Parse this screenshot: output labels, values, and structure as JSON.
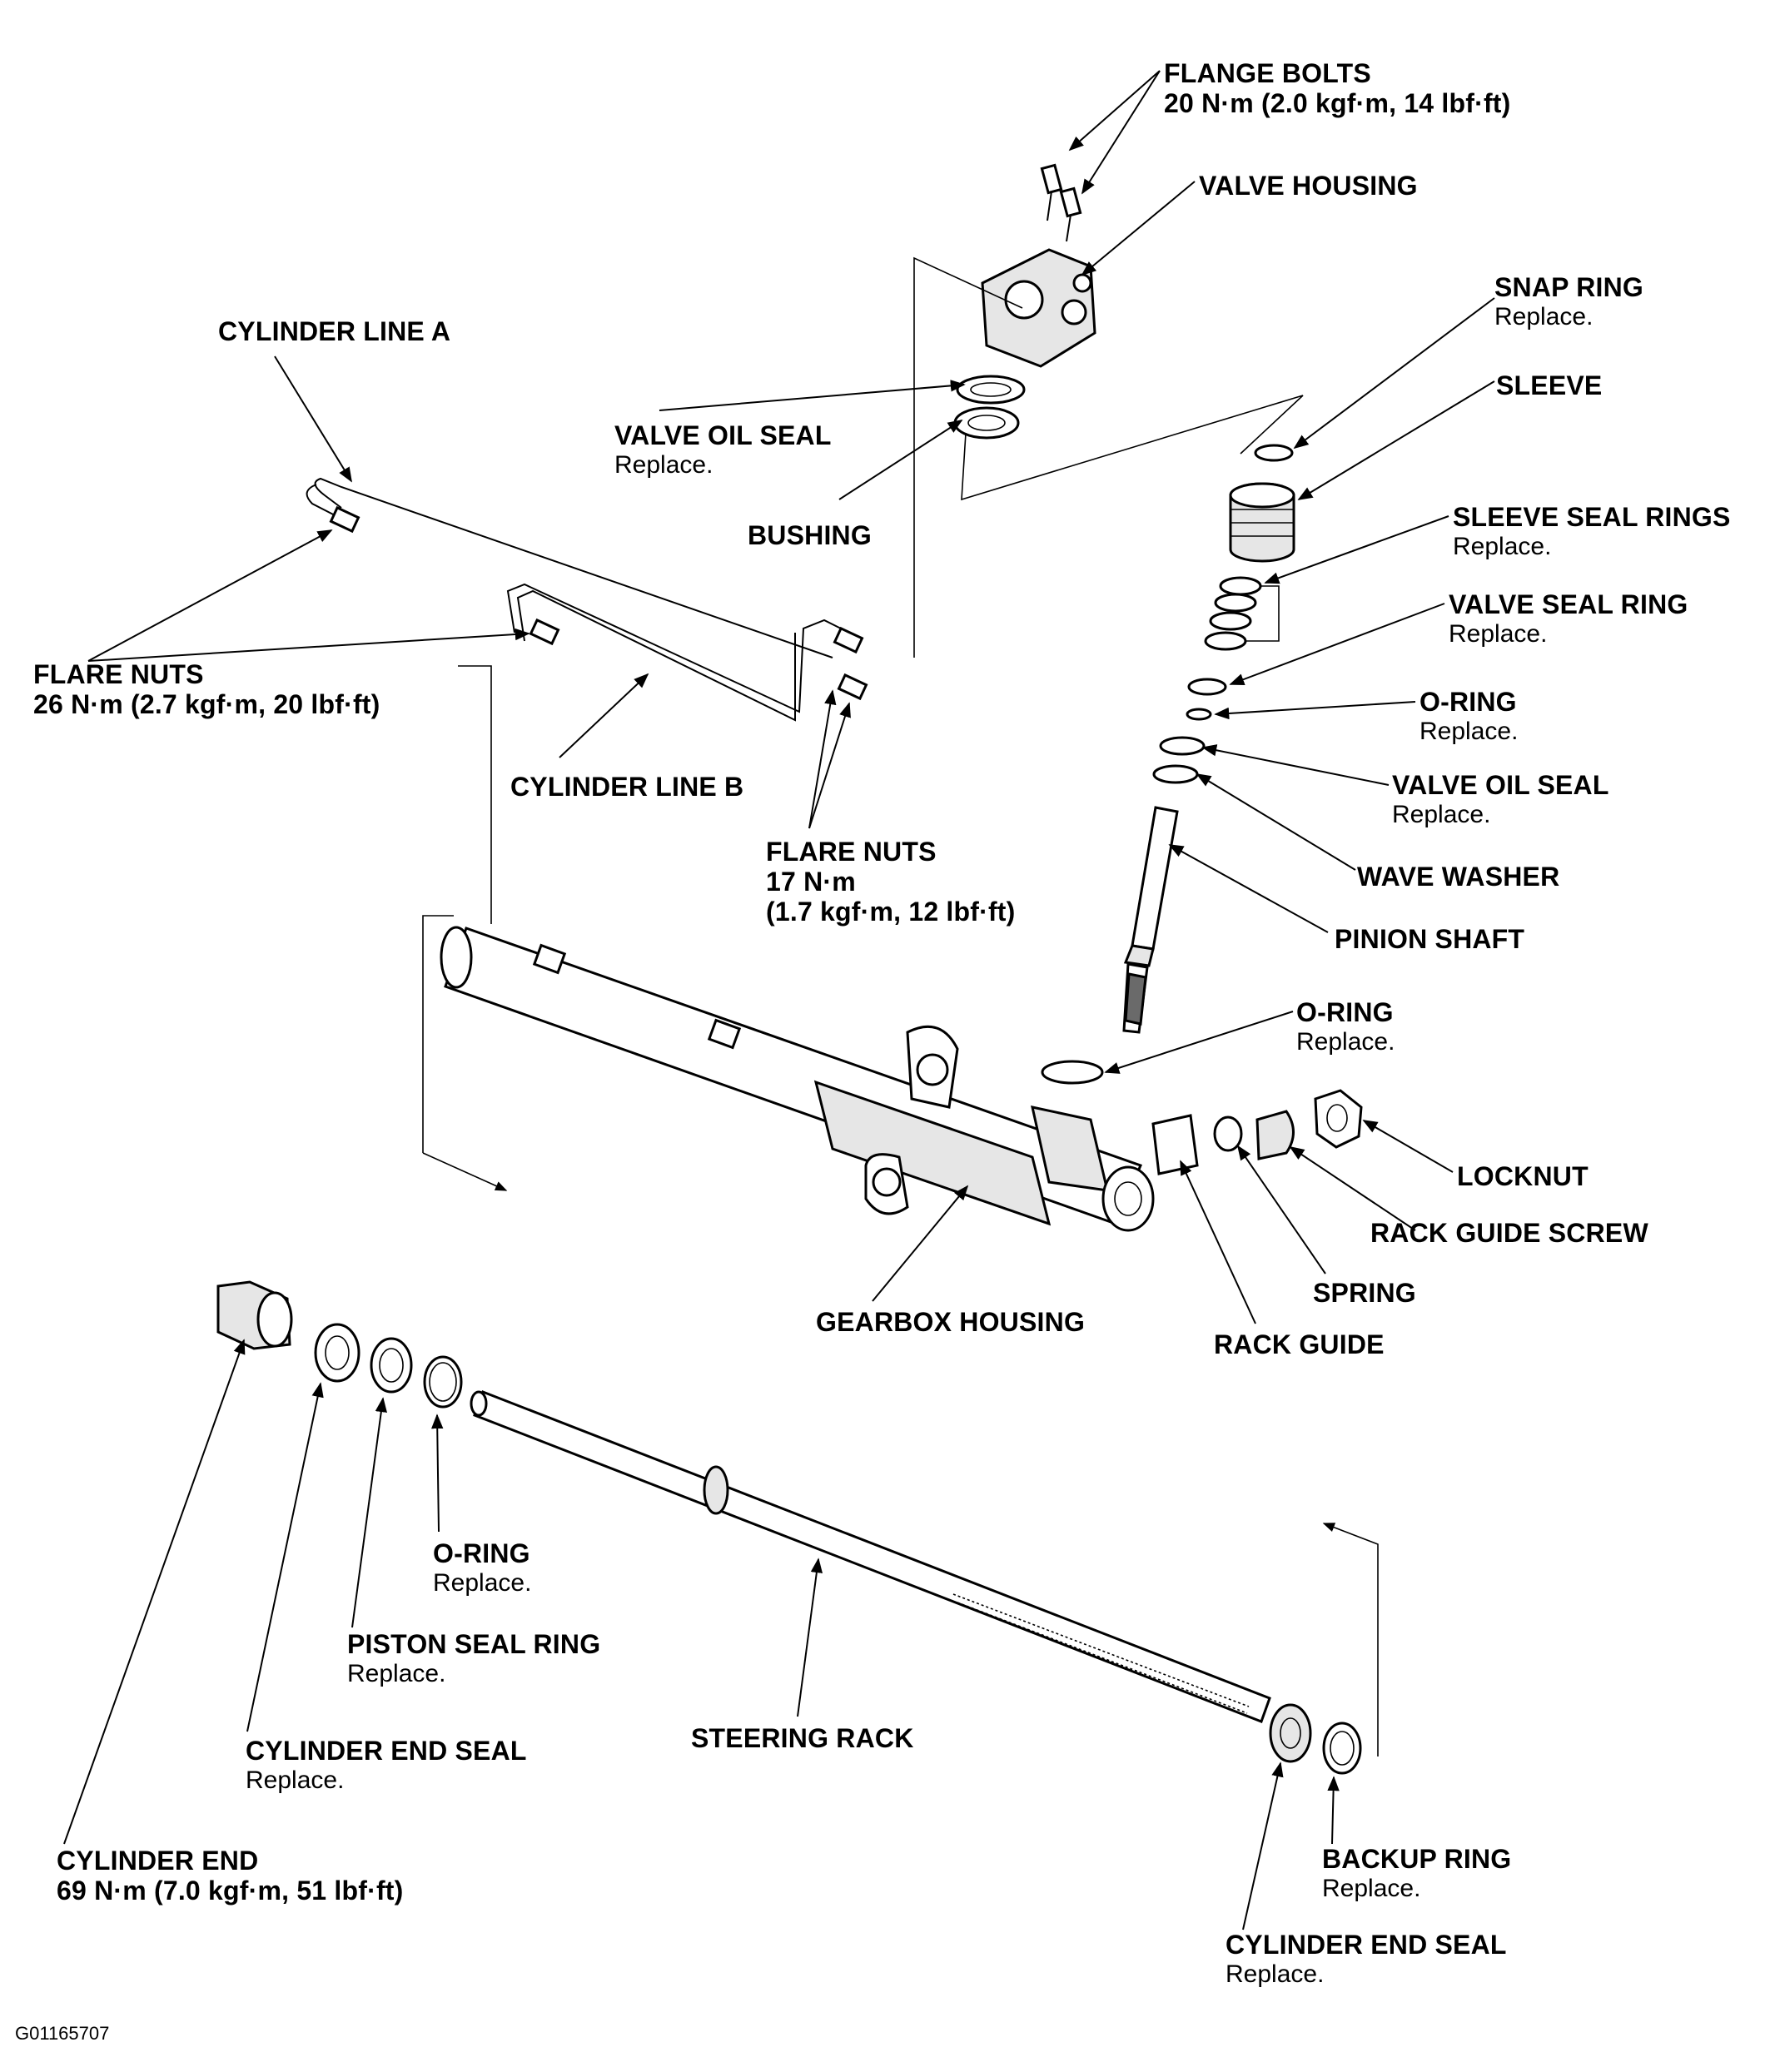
{
  "labels": {
    "flange_bolts": {
      "title": "FLANGE BOLTS",
      "sub": "20 N·m (2.0 kgf·m, 14 lbf·ft)"
    },
    "valve_housing": {
      "title": "VALVE HOUSING"
    },
    "snap_ring": {
      "title": "SNAP RING",
      "sub": "Replace."
    },
    "sleeve": {
      "title": "SLEEVE"
    },
    "sleeve_seal_rings": {
      "title": "SLEEVE SEAL RINGS",
      "sub": "Replace."
    },
    "valve_seal_ring": {
      "title": "VALVE SEAL RING",
      "sub": "Replace."
    },
    "o_ring_upper": {
      "title": "O-RING",
      "sub": "Replace."
    },
    "valve_oil_seal_right": {
      "title": "VALVE OIL SEAL",
      "sub": "Replace."
    },
    "wave_washer": {
      "title": "WAVE WASHER"
    },
    "pinion_shaft": {
      "title": "PINION SHAFT"
    },
    "o_ring_mid": {
      "title": "O-RING",
      "sub": "Replace."
    },
    "locknut": {
      "title": "LOCKNUT"
    },
    "rack_guide_screw": {
      "title": "RACK GUIDE SCREW"
    },
    "spring": {
      "title": "SPRING"
    },
    "rack_guide": {
      "title": "RACK GUIDE"
    },
    "gearbox_housing": {
      "title": "GEARBOX HOUSING"
    },
    "cylinder_line_a": {
      "title": "CYLINDER LINE A"
    },
    "valve_oil_seal_left": {
      "title": "VALVE OIL SEAL",
      "sub": "Replace."
    },
    "bushing": {
      "title": "BUSHING"
    },
    "flare_nuts_left": {
      "title": "FLARE NUTS",
      "sub": "26 N·m (2.7 kgf·m, 20 lbf·ft)"
    },
    "cylinder_line_b": {
      "title": "CYLINDER LINE B"
    },
    "flare_nuts_mid": {
      "title": "FLARE NUTS",
      "sub": "17 N·m",
      "sub2": "(1.7 kgf·m, 12 lbf·ft)"
    },
    "o_ring_lower": {
      "title": "O-RING",
      "sub": "Replace."
    },
    "piston_seal_ring": {
      "title": "PISTON SEAL RING",
      "sub": "Replace."
    },
    "cylinder_end_seal_left": {
      "title": "CYLINDER END SEAL",
      "sub": "Replace."
    },
    "steering_rack": {
      "title": "STEERING RACK"
    },
    "cylinder_end": {
      "title": "CYLINDER END",
      "sub": "69 N·m (7.0 kgf·m, 51 lbf·ft)"
    },
    "backup_ring": {
      "title": "BACKUP RING",
      "sub": "Replace."
    },
    "cylinder_end_seal_right": {
      "title": "CYLINDER END SEAL",
      "sub": "Replace."
    }
  },
  "figure_code": "G01165707"
}
